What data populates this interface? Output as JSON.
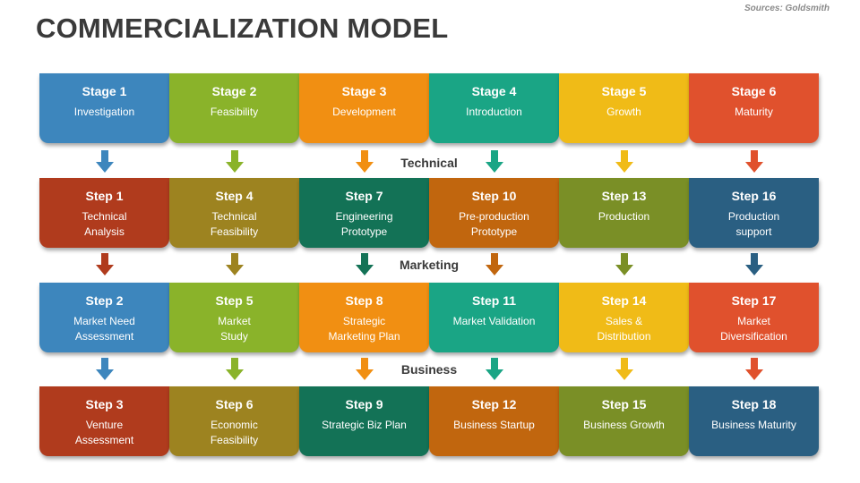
{
  "title": "COMMERCIALIZATION MODEL",
  "source": "Sources: Goldsmith",
  "colors": {
    "blue": "#3d86bd",
    "lime": "#8ab32a",
    "orange": "#f18f12",
    "teal": "#1aa585",
    "yellow": "#f0bb17",
    "red": "#e0512d",
    "darkred": "#b03b1d",
    "olive": "#9d8320",
    "darkgreen": "#137256",
    "brown": "#c1660e",
    "green": "#7a8f26",
    "navy": "#2a5f82"
  },
  "phases": [
    "Technical",
    "Marketing",
    "Business"
  ],
  "rows": [
    [
      {
        "head": "Stage 1",
        "sub": "Investigation",
        "color": "blue"
      },
      {
        "head": "Stage 2",
        "sub": "Feasibility",
        "color": "lime"
      },
      {
        "head": "Stage 3",
        "sub": "Development",
        "color": "orange"
      },
      {
        "head": "Stage 4",
        "sub": "Introduction",
        "color": "teal"
      },
      {
        "head": "Stage 5",
        "sub": "Growth",
        "color": "yellow"
      },
      {
        "head": "Stage 6",
        "sub": "Maturity",
        "color": "red"
      }
    ],
    [
      {
        "head": "Step 1",
        "sub": "Technical\nAnalysis",
        "color": "darkred"
      },
      {
        "head": "Step 4",
        "sub": "Technical\nFeasibility",
        "color": "olive"
      },
      {
        "head": "Step 7",
        "sub": "Engineering\nPrototype",
        "color": "darkgreen"
      },
      {
        "head": "Step 10",
        "sub": "Pre-production\nPrototype",
        "color": "brown"
      },
      {
        "head": "Step 13",
        "sub": "Production",
        "color": "green"
      },
      {
        "head": "Step 16",
        "sub": "Production\nsupport",
        "color": "navy"
      }
    ],
    [
      {
        "head": "Step 2",
        "sub": "Market Need\nAssessment",
        "color": "blue"
      },
      {
        "head": "Step 5",
        "sub": "Market\nStudy",
        "color": "lime"
      },
      {
        "head": "Step 8",
        "sub": "Strategic\nMarketing Plan",
        "color": "orange"
      },
      {
        "head": "Step 11",
        "sub": "Market Validation",
        "color": "teal"
      },
      {
        "head": "Step 14",
        "sub": "Sales &\nDistribution",
        "color": "yellow"
      },
      {
        "head": "Step 17",
        "sub": "Market\nDiversification",
        "color": "red"
      }
    ],
    [
      {
        "head": "Step 3",
        "sub": "Venture\nAssessment",
        "color": "darkred"
      },
      {
        "head": "Step 6",
        "sub": "Economic\nFeasibility",
        "color": "olive"
      },
      {
        "head": "Step 9",
        "sub": "Strategic Biz Plan",
        "color": "darkgreen"
      },
      {
        "head": "Step 12",
        "sub": "Business Startup",
        "color": "brown"
      },
      {
        "head": "Step 15",
        "sub": "Business Growth",
        "color": "green"
      },
      {
        "head": "Step 18",
        "sub": "Business Maturity",
        "color": "navy"
      }
    ]
  ],
  "arrow_rows": [
    [
      "blue",
      "lime",
      "orange",
      "teal",
      "yellow",
      "red"
    ],
    [
      "darkred",
      "olive",
      "darkgreen",
      "brown",
      "green",
      "navy"
    ],
    [
      "blue",
      "lime",
      "orange",
      "teal",
      "yellow",
      "red"
    ]
  ]
}
